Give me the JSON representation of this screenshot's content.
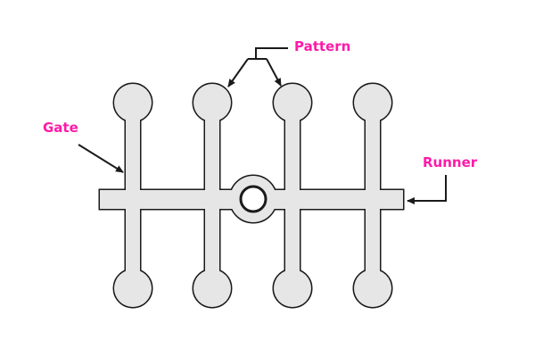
{
  "labels": {
    "pattern": "Pattern",
    "gate": "Gate",
    "runner": "Runner"
  },
  "colors": {
    "label": "#ff1aa8",
    "fill": "#e6e6e6",
    "outline": "#1a1a1a"
  }
}
